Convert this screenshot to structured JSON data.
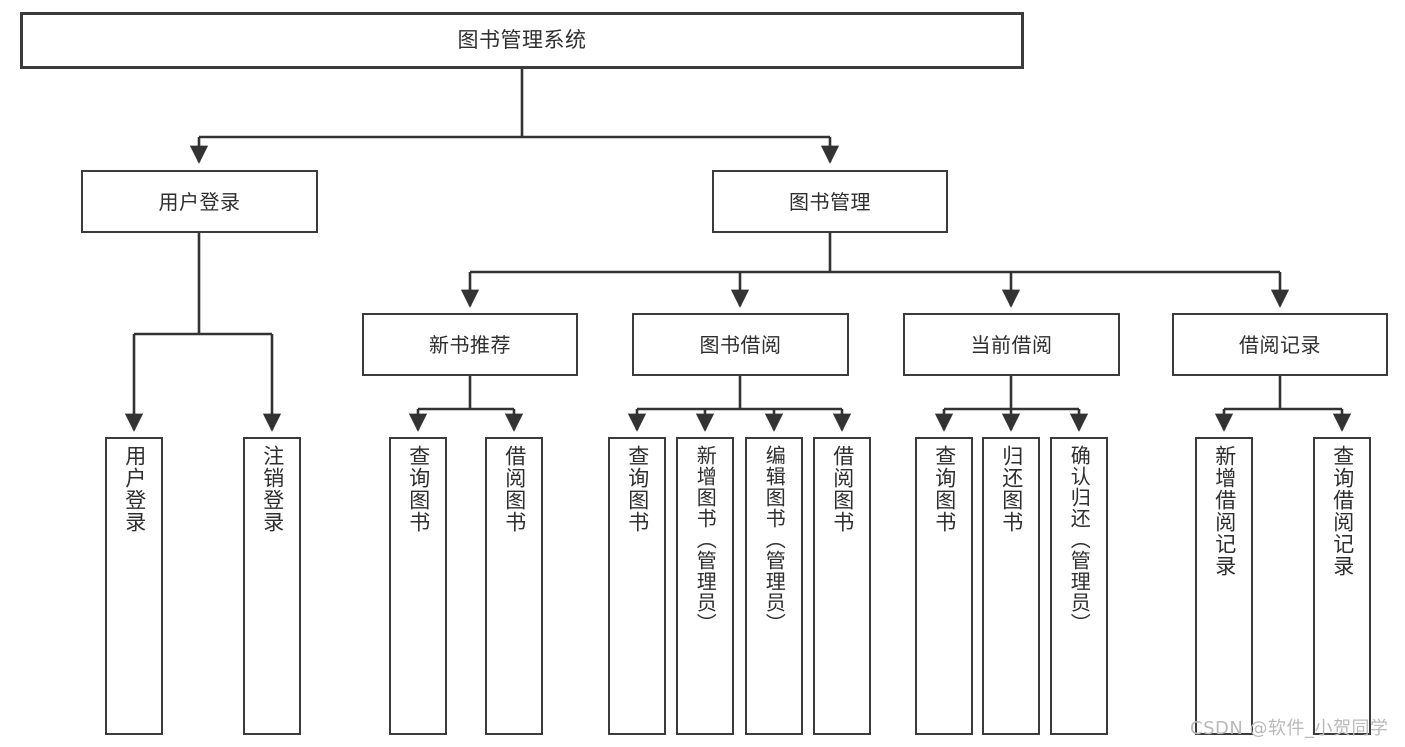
{
  "diagram": {
    "kind": "tree-hierarchy-chart",
    "title": "图书管理系统",
    "colors": {
      "background": "#ffffff",
      "box_border": "#3b3b3b",
      "box_fill": "#ffffff",
      "connector": "#333333",
      "text": "#2e2e2e",
      "watermark": "#b9b9b9"
    }
  },
  "root": {
    "label": "图书管理系统"
  },
  "level1": [
    {
      "label": "用户登录"
    },
    {
      "label": "图书管理"
    }
  ],
  "level2": [
    {
      "label": "新书推荐"
    },
    {
      "label": "图书借阅"
    },
    {
      "label": "当前借阅"
    },
    {
      "label": "借阅记录"
    }
  ],
  "leaves": {
    "user_login": [
      {
        "label": "用户登录"
      },
      {
        "label": "注销登录"
      }
    ],
    "new_book_recommend": [
      {
        "label": "查询图书"
      },
      {
        "label": "借阅图书"
      }
    ],
    "book_borrow": [
      {
        "label": "查询图书"
      },
      {
        "label": "新增图书（管理员）"
      },
      {
        "label": "编辑图书（管理员）"
      },
      {
        "label": "借阅图书"
      }
    ],
    "current_borrow": [
      {
        "label": "查询图书"
      },
      {
        "label": "归还图书"
      },
      {
        "label": "确认归还（管理员）"
      }
    ],
    "borrow_record": [
      {
        "label": "新增借阅记录"
      },
      {
        "label": "查询借阅记录"
      }
    ]
  },
  "watermark": {
    "text": "CSDN @软件_小贺同学"
  }
}
